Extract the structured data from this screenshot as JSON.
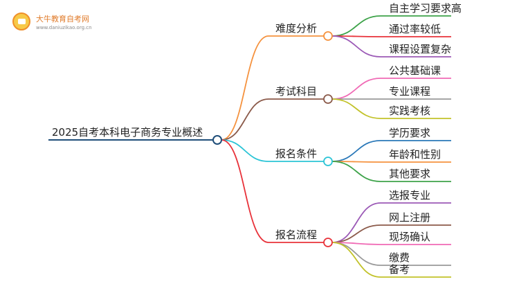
{
  "watermark": {
    "name": "大牛教育自考网",
    "url": "www.daniuzikao.org.cn"
  },
  "mindmap": {
    "root": {
      "label": "2025自考本科电子商务专业概述"
    },
    "branches": [
      {
        "label": "难度分析",
        "color": "#f5923e",
        "children": [
          {
            "label": "自主学习要求高",
            "color": "#3ea34a"
          },
          {
            "label": "通过率较低",
            "color": "#e8323a"
          },
          {
            "label": "课程设置复杂",
            "color": "#9b59b6"
          }
        ]
      },
      {
        "label": "考试科目",
        "color": "#8b5a4a",
        "children": [
          {
            "label": "公共基础课",
            "color": "#f06ab5"
          },
          {
            "label": "专业课程",
            "color": "#9a9a9a"
          },
          {
            "label": "实践考核",
            "color": "#c2c22a"
          }
        ]
      },
      {
        "label": "报名条件",
        "color": "#2bc4d6",
        "children": [
          {
            "label": "学历要求",
            "color": "#2a78b8"
          },
          {
            "label": "年龄和性别",
            "color": "#f5923e"
          },
          {
            "label": "其他要求",
            "color": "#3ea34a"
          }
        ]
      },
      {
        "label": "报名流程",
        "color": "#e8323a",
        "children": [
          {
            "label": "选报专业",
            "color": "#9b59b6"
          },
          {
            "label": "网上注册",
            "color": "#8b5a4a"
          },
          {
            "label": "现场确认",
            "color": "#f06ab5"
          },
          {
            "label": "缴费",
            "color": "#9a9a9a"
          },
          {
            "label": "备考",
            "color": "#c2c22a"
          }
        ]
      }
    ]
  }
}
